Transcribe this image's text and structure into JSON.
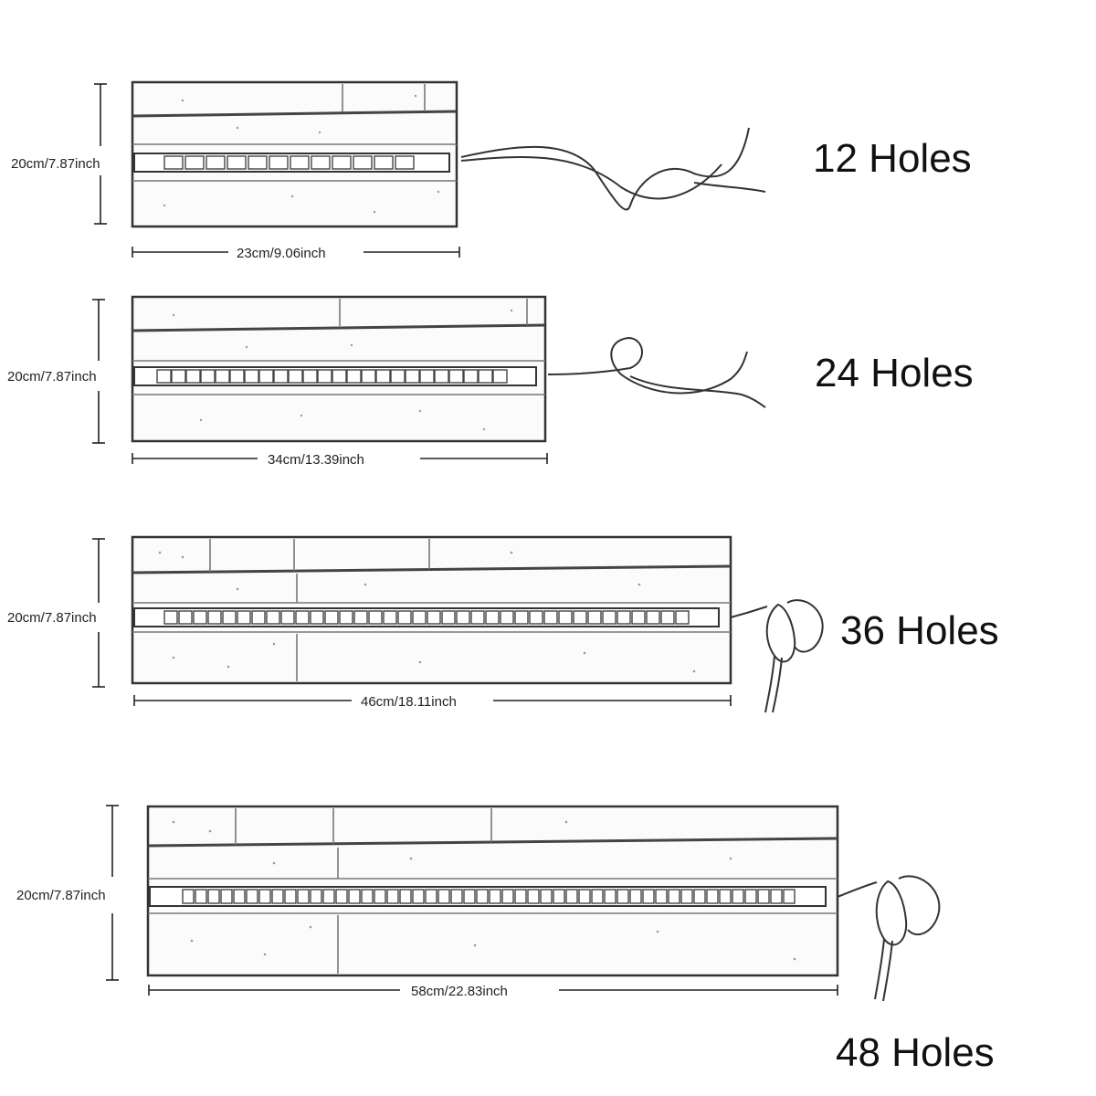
{
  "colors": {
    "ink": "#333333",
    "paper": "#ffffff"
  },
  "rolls": [
    {
      "title": "12 Holes",
      "height_label": "20cm/7.87inch",
      "width_label": "23cm/9.06inch",
      "pockets": 12
    },
    {
      "title": "24 Holes",
      "height_label": "20cm/7.87inch",
      "width_label": "34cm/13.39inch",
      "pockets": 24
    },
    {
      "title": "36 Holes",
      "height_label": "20cm/7.87inch",
      "width_label": "46cm/18.11inch",
      "pockets": 36
    },
    {
      "title": "48 Holes",
      "height_label": "20cm/7.87inch",
      "width_label": "58cm/22.83inch",
      "pockets": 48
    }
  ]
}
